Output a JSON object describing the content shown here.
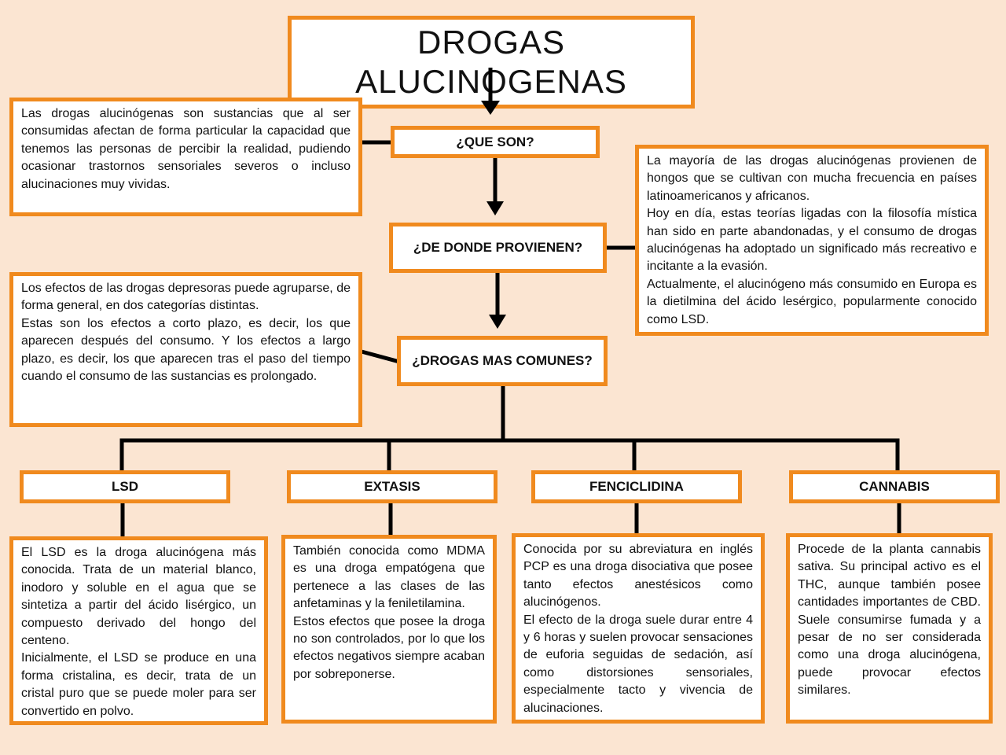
{
  "title": "DROGAS ALUCINOGENAS",
  "nodes": {
    "que_son": "¿QUE SON?",
    "de_donde": "¿DE DONDE PROVIENEN?",
    "mas_comunes": "¿DROGAS MAS COMUNES?",
    "lsd": "LSD",
    "extasis": "EXTASIS",
    "fenciclidina": "FENCICLIDINA",
    "cannabis": "CANNABIS"
  },
  "descriptions": {
    "que_son": [
      "Las drogas alucinógenas son sustancias que al ser consumidas afectan de forma particular la capacidad que tenemos las personas de percibir la realidad, pudiendo ocasionar trastornos sensoriales severos o incluso alucinaciones muy vividas."
    ],
    "de_donde": [
      "La mayoría de las drogas alucinógenas provienen de hongos que se cultivan con mucha frecuencia en países latinoamericanos y africanos.",
      "Hoy en día, estas teorías ligadas con la filosofía mística han sido en parte abandonadas, y el consumo de drogas alucinógenas ha adoptado un significado más recreativo e incitante a la evasión.",
      "Actualmente, el alucinógeno más consumido en Europa es la dietilmina del ácido lesérgico, popularmente conocido como LSD."
    ],
    "efectos": [
      "Los efectos de las drogas depresoras puede agruparse, de forma general, en dos categorías distintas.",
      "Estas son los efectos a corto plazo, es decir, los que aparecen después del consumo. Y los efectos a largo plazo, es decir, los que aparecen tras el paso del tiempo cuando el consumo de las sustancias es prolongado."
    ],
    "lsd": [
      "El LSD es la droga alucinógena más conocida. Trata de un material blanco, inodoro y soluble en el agua que se sintetiza a partir del ácido lisérgico, un compuesto derivado del hongo del centeno.",
      "Inicialmente, el LSD se produce en una forma cristalina, es decir, trata de un cristal puro que se puede moler para ser convertido en polvo."
    ],
    "extasis": [
      "También conocida como MDMA es una droga empatógena que pertenece a las clases de las anfetaminas y la feniletilamina.",
      "Estos efectos que posee la droga no son controlados, por lo que los efectos negativos siempre acaban por sobreponerse."
    ],
    "fenciclidina": [
      "Conocida por su abreviatura en inglés PCP es una droga disociativa que posee tanto efectos anestésicos como alucinógenos.",
      "El efecto de la droga suele durar entre 4 y 6 horas y suelen provocar sensaciones de euforia seguidas de sedación, así como distorsiones sensoriales, especialmente tacto y vivencia de alucinaciones."
    ],
    "cannabis": [
      "Procede de la planta cannabis sativa. Su principal activo es el THC, aunque también posee cantidades importantes de CBD. Suele consumirse fumada y a pesar de no ser considerada como una droga alucinógena, puede provocar efectos similares."
    ]
  },
  "colors": {
    "background": "#fbe5d2",
    "border": "#f08a1e",
    "connector": "#000000"
  }
}
